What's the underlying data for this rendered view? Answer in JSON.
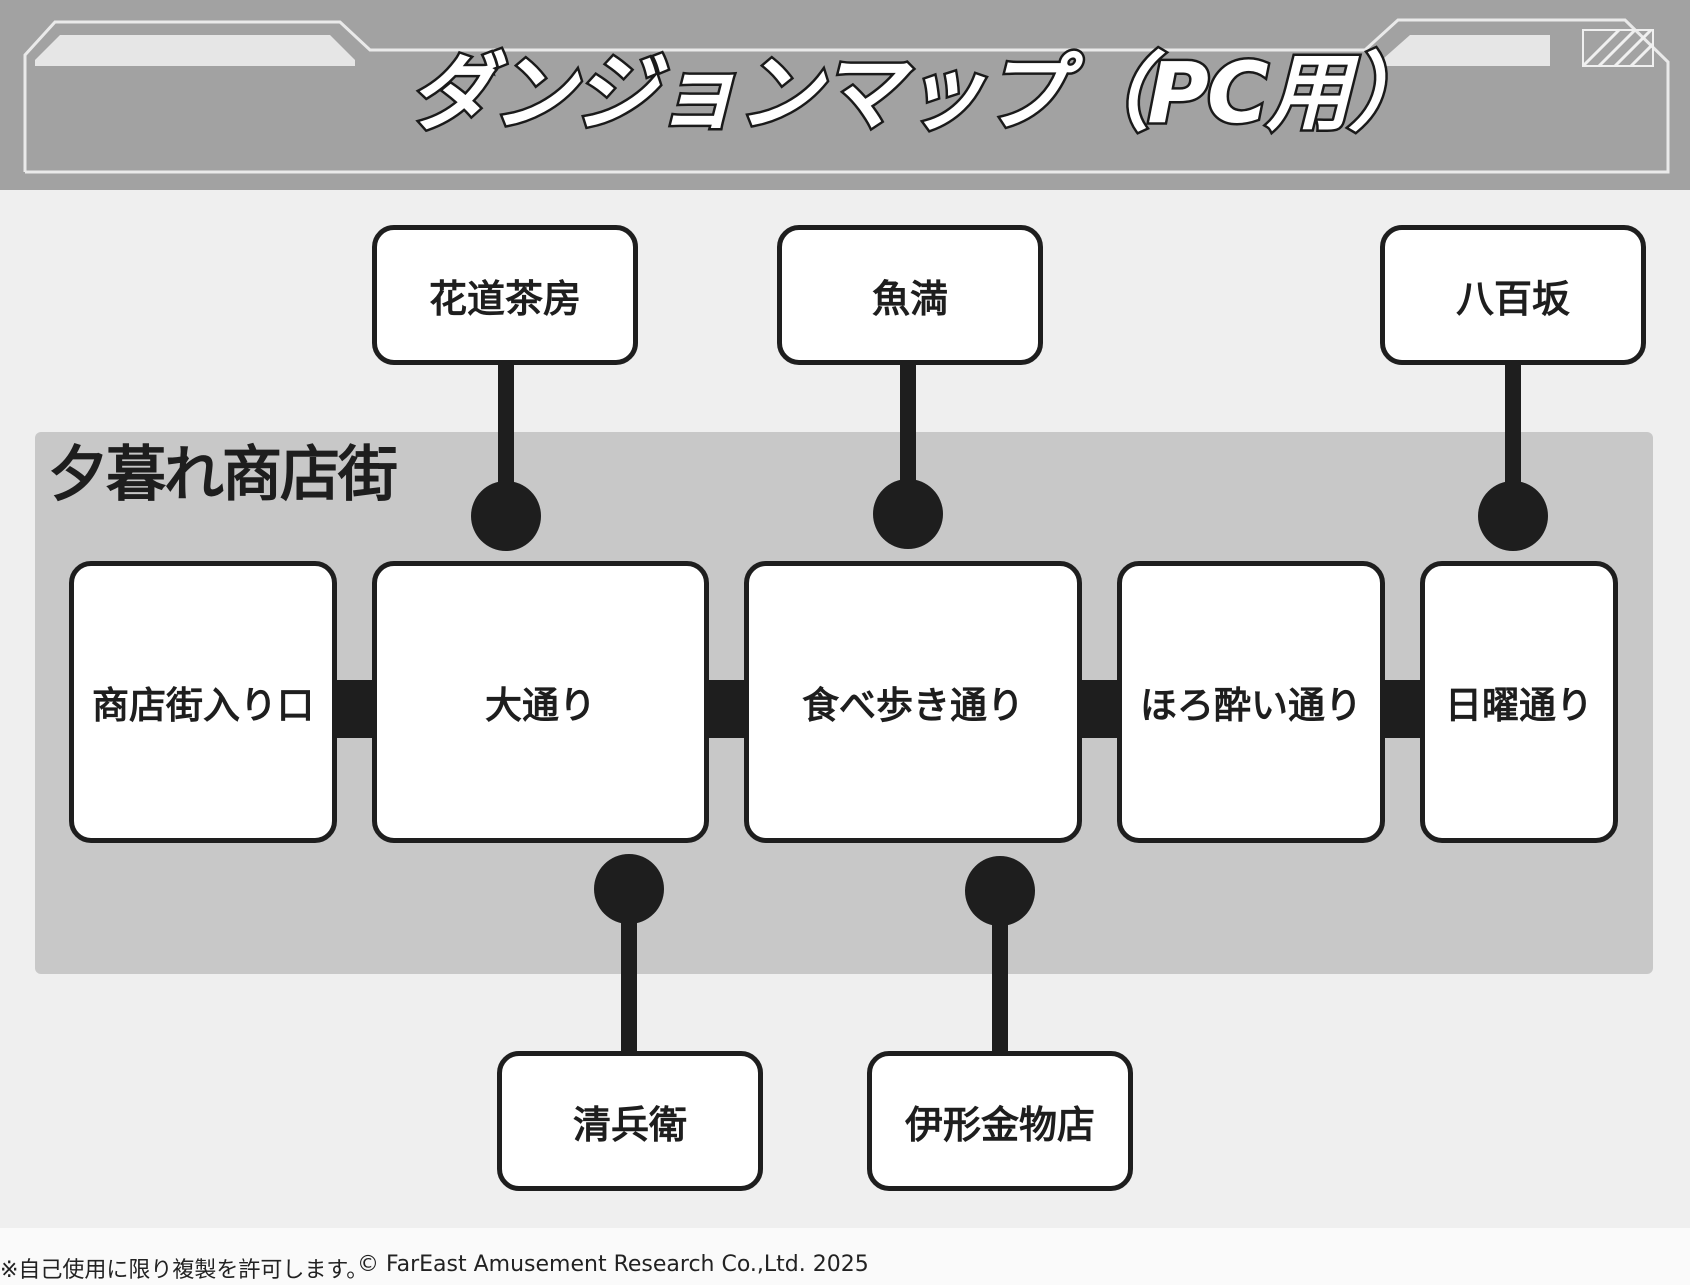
{
  "header": {
    "title": "ダンジョンマップ（PC用）"
  },
  "zone": {
    "label": "夕暮れ商店街"
  },
  "rooms": {
    "entrance": "商店街入り口",
    "odori": "大通り",
    "tabearuki": "食べ歩き通り",
    "horoyoi": "ほろ酔い通り",
    "nichiyou": "日曜通り"
  },
  "shops": {
    "hanamichi": "花道茶房",
    "uoman": "魚満",
    "yaoyasaka": "八百坂",
    "seibee": "清兵衛",
    "igata": "伊形金物店"
  },
  "footer": {
    "note": "※自己使用に限り複製を許可します。",
    "copyright": "© FarEast Amusement Research Co.,Ltd. 2025"
  },
  "colors": {
    "header_bg": "#a2a2a2",
    "canvas_bg": "#efefef",
    "zone_bg": "#c8c8c8",
    "line": "#1e1e1e",
    "box_bg": "#ffffff"
  }
}
